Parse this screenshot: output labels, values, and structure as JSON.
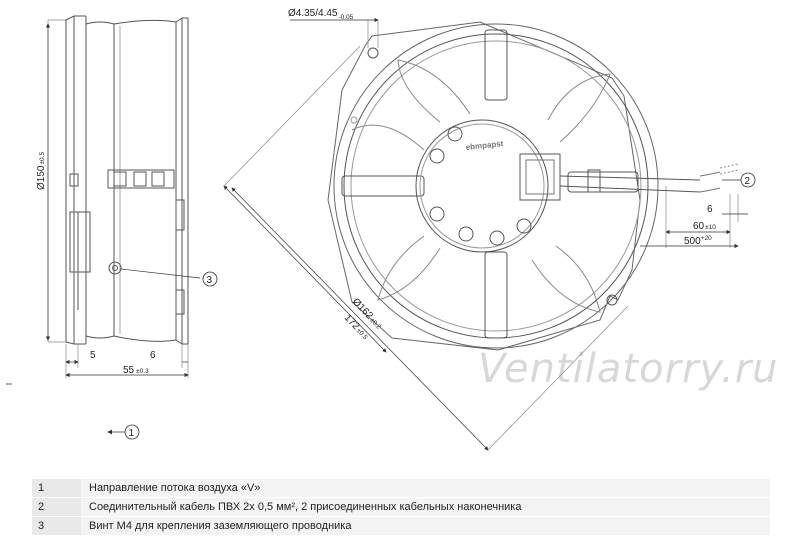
{
  "dimensions": {
    "fan_diameter": "Ø150",
    "fan_diameter_tol": "±0.5",
    "hole_diameter": "Ø4.35/4.45",
    "hole_tol": "-0.05",
    "flange_left": "5",
    "flange_right": "6",
    "depth": "55",
    "depth_tol": "±0.3",
    "ring_diameter": "Ø162",
    "ring_tol": "±0.2",
    "diagonal": "172",
    "diagonal_tol": "±0.5",
    "cable_strip": "6",
    "cable_sleeve": "60",
    "cable_sleeve_tol": "±10",
    "cable_length": "500",
    "cable_length_tol": "+20"
  },
  "callouts": [
    "1",
    "2",
    "3"
  ],
  "brand_label": "ebmpapst",
  "watermark": "Ventilatorry.ru",
  "legend": [
    {
      "num": "1",
      "text": "Направление потока воздуха «V»"
    },
    {
      "num": "2",
      "text": "Соединительный кабель ПВХ 2x 0,5 мм², 2 присоединенных кабельных наконечника"
    },
    {
      "num": "3",
      "text": "Винт M4 для крепления заземляющего проводника"
    }
  ]
}
